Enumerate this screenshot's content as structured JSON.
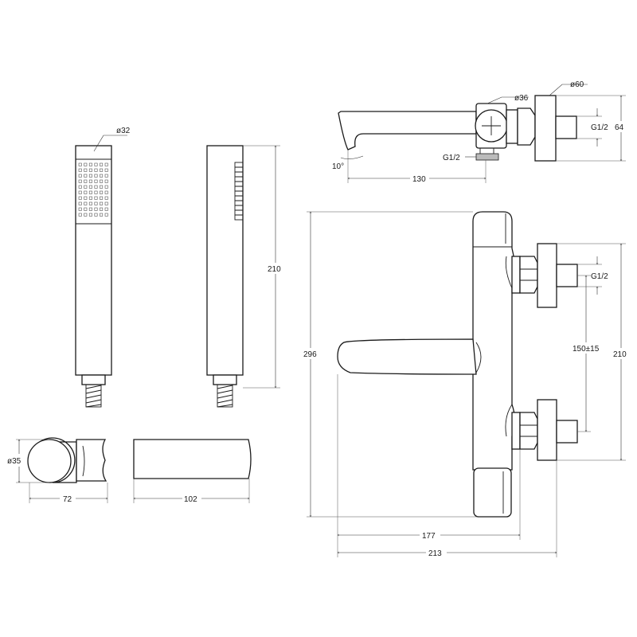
{
  "labels": {
    "hand_shower_diameter": "ø32",
    "hand_shower_length": "210",
    "holder_diameter": "ø35",
    "holder_depth": "72",
    "holder_length": "102",
    "thermostat_diameter": "ø36",
    "flange_diameter": "ø60",
    "thread_side": "G1/2",
    "side_height": "64",
    "spout_angle": "10°",
    "spout_reach": "130",
    "thread_bottom": "G1/2",
    "front_height": "296",
    "front_thread": "G1/2",
    "inlet_centers": "150±15",
    "front_inlet_height": "210",
    "width_inner": "177",
    "width_total": "213"
  }
}
